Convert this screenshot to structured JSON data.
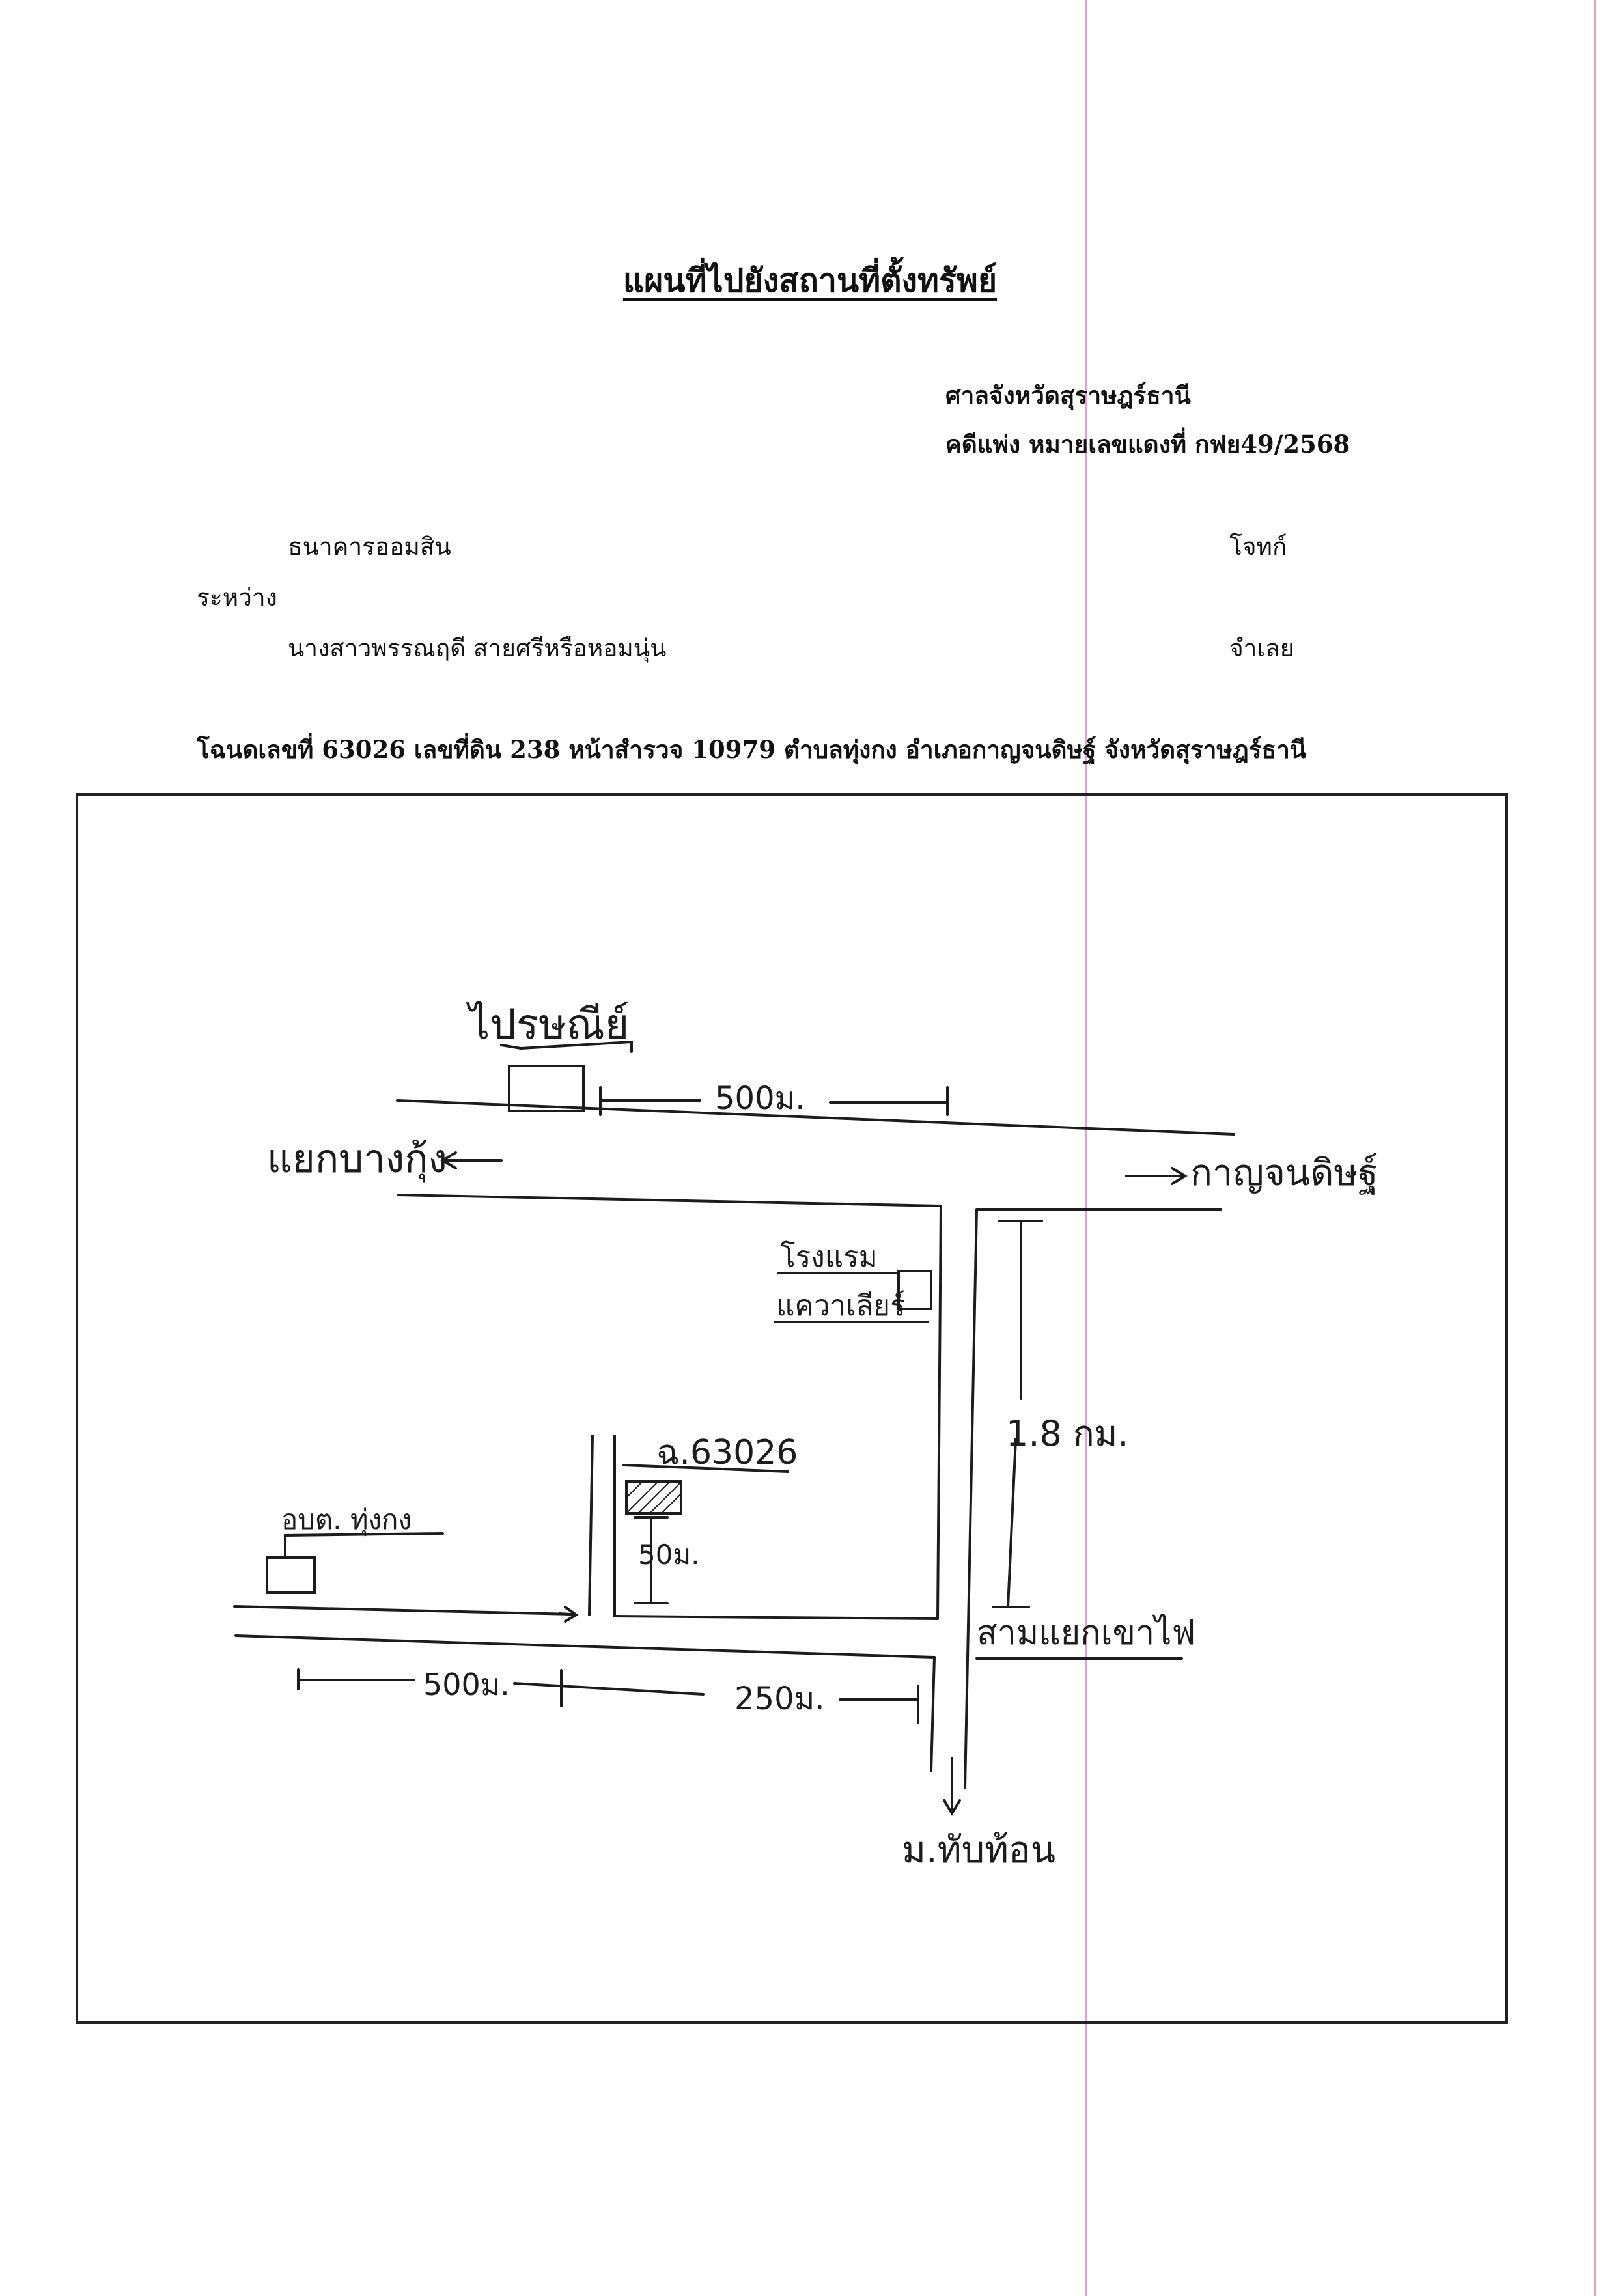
{
  "title": "แผนที่ไปยังสถานที่ตั้งทรัพย์",
  "court": "ศาลจังหวัดสุราษฎร์ธานี",
  "case": "คดีแพ่ง  หมายเลขแดงที่ กฟย49/2568",
  "plaintiff": {
    "name": "ธนาคารออมสิน",
    "role": "โจทก์"
  },
  "between_label": "ระหว่าง",
  "defendant": {
    "name": "นางสาวพรรณฤดี สายศรีหรือหอมนุ่น",
    "role": "จำเลย"
  },
  "deed_line": "โฉนดเลขที่ 63026  เลขที่ดิน 238  หน้าสำรวจ 10979  ตำบลทุ่งกง  อำเภอกาญจนดิษฐ์  จังหวัดสุราษฎร์ธานี",
  "map": {
    "post_office": "ไปรษณีย์",
    "dist_500_top": "500ม.",
    "left_dest": "แยกบางกุ้ง",
    "right_dest": "กาญจนดิษฐ์",
    "hotel_line1": "โรงแรม",
    "hotel_line2": "แควาเลียร์",
    "dist_18km": "1.8 กม.",
    "deed_marker": "ฉ.63026",
    "sao": "อบต. ทุ่งกง",
    "dist_50": "50ม.",
    "junction": "สามแยกเขาไฟ",
    "dist_500_bottom": "500ม.",
    "dist_250": "250ม.",
    "south_dest": "ม.ทับท้อน"
  },
  "colors": {
    "ink": "#1c1c1c",
    "margin_line": "#e3a0c8"
  }
}
